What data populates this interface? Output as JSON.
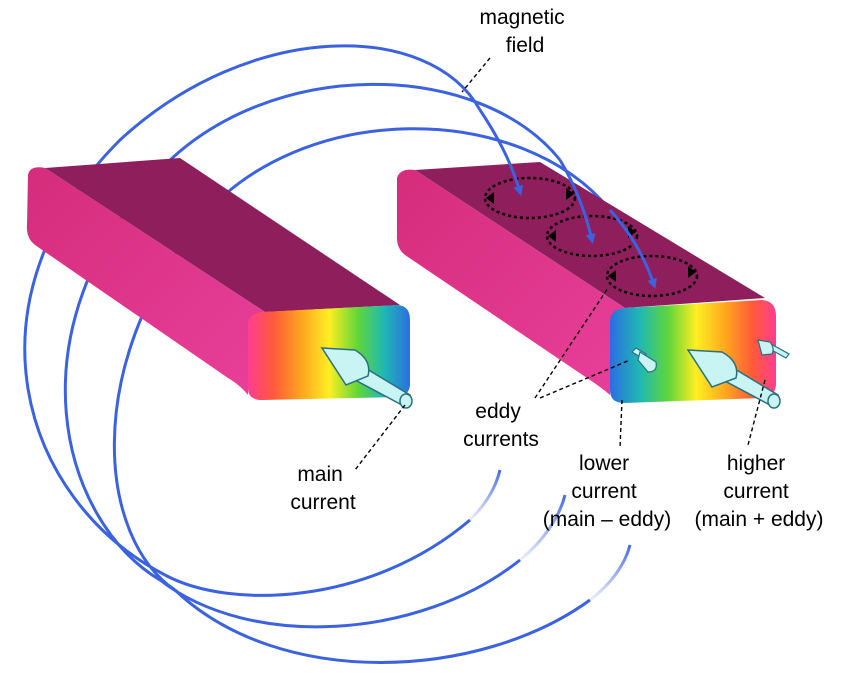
{
  "labels": {
    "magnetic_field": [
      "magnetic",
      "field"
    ],
    "main_current": [
      "main",
      "current"
    ],
    "eddy_currents": [
      "eddy",
      "currents"
    ],
    "lower_current": [
      "lower",
      "current",
      "(main – eddy)"
    ],
    "higher_current": [
      "higher",
      "current",
      "(main + eddy)"
    ]
  },
  "colors": {
    "bar_top": "#8e1f5c",
    "bar_side": "#e23a8a",
    "field_line": "#3b63e0",
    "arrow_body": "#c8f4f4",
    "leader_line": "#000000",
    "eddy_loop": "#000000"
  }
}
